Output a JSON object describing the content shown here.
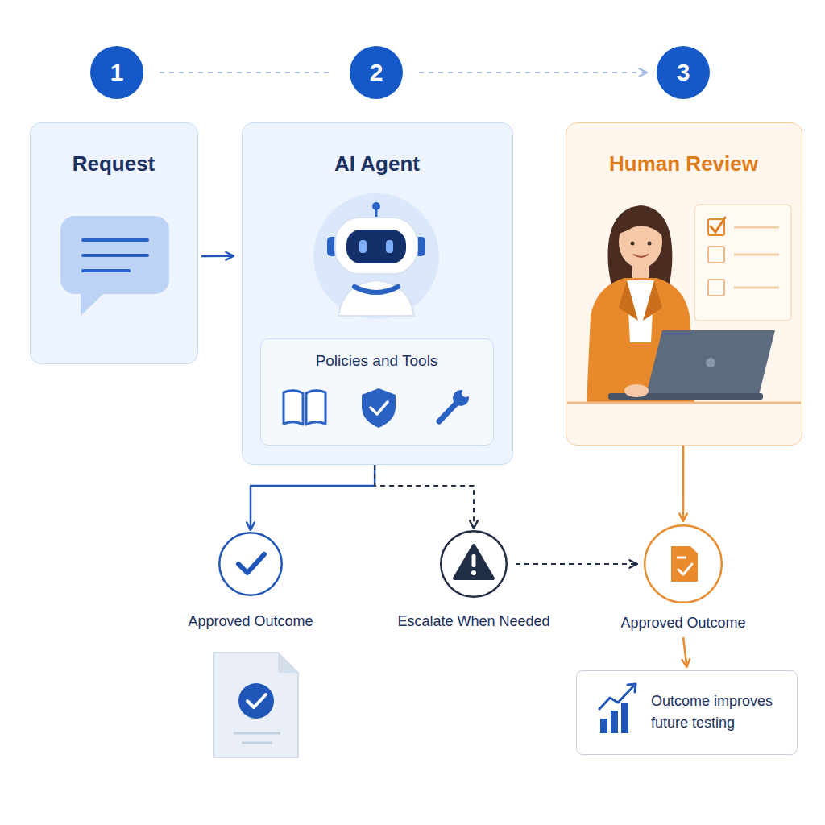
{
  "diagram": {
    "nodes": [
      {
        "text": [
          "1"
        ]
      },
      {
        "text": [
          "2"
        ]
      },
      {
        "text": [
          "3"
        ]
      },
      {
        "text": [
          "Request"
        ]
      },
      {
        "text": [
          "AI Agent"
        ]
      },
      {
        "text": [
          "Policies and Tools"
        ],
        "in": 4
      },
      {
        "text": [
          "Human Review"
        ]
      },
      {
        "text": [
          "Approved Outcome"
        ]
      },
      {
        "text": [
          "Escalate When Needed"
        ]
      },
      {
        "text": [
          "Approved Outcome"
        ]
      },
      {
        "text": [
          "Outcome improves future testing"
        ]
      }
    ],
    "edges": [
      {
        "from": 0,
        "to": 1,
        "arrow": "none"
      },
      {
        "from": 1,
        "to": 2,
        "arrow": "to"
      },
      {
        "from": 3,
        "to": 4,
        "arrow": "to"
      },
      {
        "from": 4,
        "to": 7,
        "arrow": "to"
      },
      {
        "from": 4,
        "to": 8,
        "arrow": "to"
      },
      {
        "from": 8,
        "to": 9,
        "arrow": "to"
      },
      {
        "from": 6,
        "to": 9,
        "arrow": "to"
      },
      {
        "from": 9,
        "to": 10,
        "arrow": "to"
      }
    ]
  }
}
